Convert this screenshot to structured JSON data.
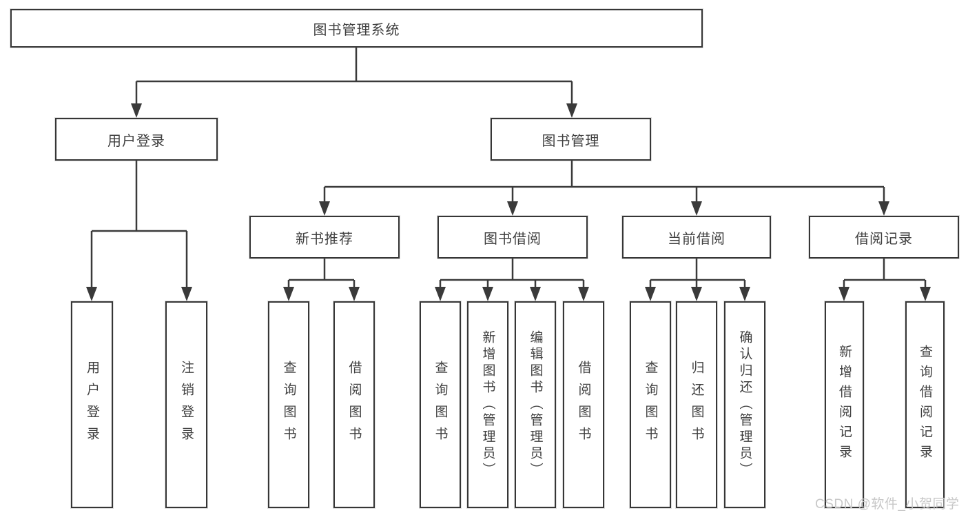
{
  "diagram_title": "图书管理系统",
  "tree": {
    "label": "图书管理系统",
    "children": [
      {
        "label": "用户登录",
        "children": [
          {
            "label": "用户登录"
          },
          {
            "label": "注销登录"
          }
        ]
      },
      {
        "label": "图书管理",
        "children": [
          {
            "label": "新书推荐",
            "children": [
              {
                "label": "查询图书"
              },
              {
                "label": "借阅图书"
              }
            ]
          },
          {
            "label": "图书借阅",
            "children": [
              {
                "label": "查询图书"
              },
              {
                "label": "新增图书（管理员）"
              },
              {
                "label": "编辑图书（管理员）"
              },
              {
                "label": "借阅图书"
              }
            ]
          },
          {
            "label": "当前借阅",
            "children": [
              {
                "label": "查询图书"
              },
              {
                "label": "归还图书"
              },
              {
                "label": "确认归还（管理员）"
              }
            ]
          },
          {
            "label": "借阅记录",
            "children": [
              {
                "label": "新增借阅记录"
              },
              {
                "label": "查询借阅记录"
              }
            ]
          }
        ]
      }
    ]
  },
  "watermark": {
    "text": "CSDN @软件_小贺同学",
    "color": "#c8c8c8"
  },
  "colors": {
    "background": "#ffffff",
    "line": "#3a3a3a",
    "box_border": "#363636",
    "box_fill": "#ffffff",
    "text": "#3f3f3f"
  }
}
